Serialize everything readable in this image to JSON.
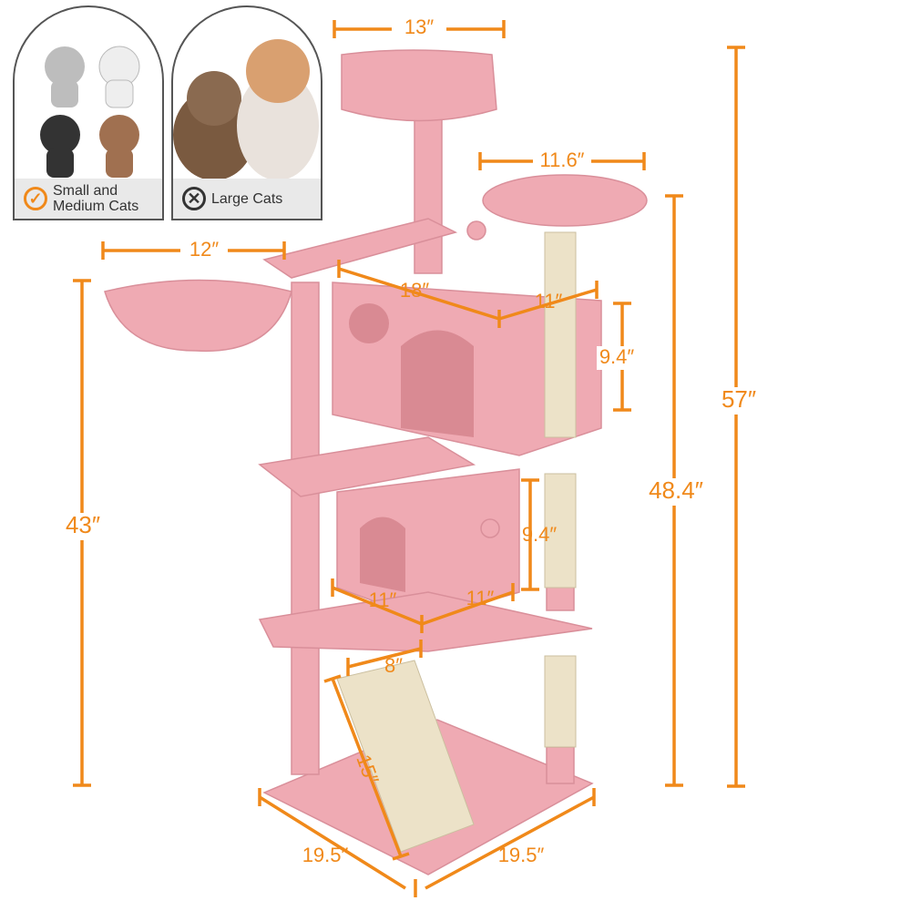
{
  "badges": [
    {
      "label_line1": "Small and",
      "label_line2": "Medium Cats",
      "icon": "check-circle-icon",
      "icon_color": "#f0891a"
    },
    {
      "label_line1": "Large Cats",
      "label_line2": "",
      "icon": "x-circle-icon",
      "icon_color": "#333333"
    }
  ],
  "dimensions": {
    "top_perch": "13″",
    "round_platform": "11.6″",
    "basket": "12″",
    "upper_condo_length": "18″",
    "upper_condo_width": "11″",
    "upper_condo_height": "9.4″",
    "total_height": "57″",
    "platform_height": "48.4″",
    "basket_height": "43″",
    "lower_condo_height": "9.4″",
    "lower_condo_width_a": "11″",
    "lower_condo_width_b": "11″",
    "ramp_width": "8″",
    "ramp_length": "15″",
    "base_width_a": "19.5″",
    "base_width_b": "19.5″"
  },
  "colors": {
    "accent": "#f0891a",
    "plush": "#efaab3",
    "sisal": "#ece2c8"
  }
}
